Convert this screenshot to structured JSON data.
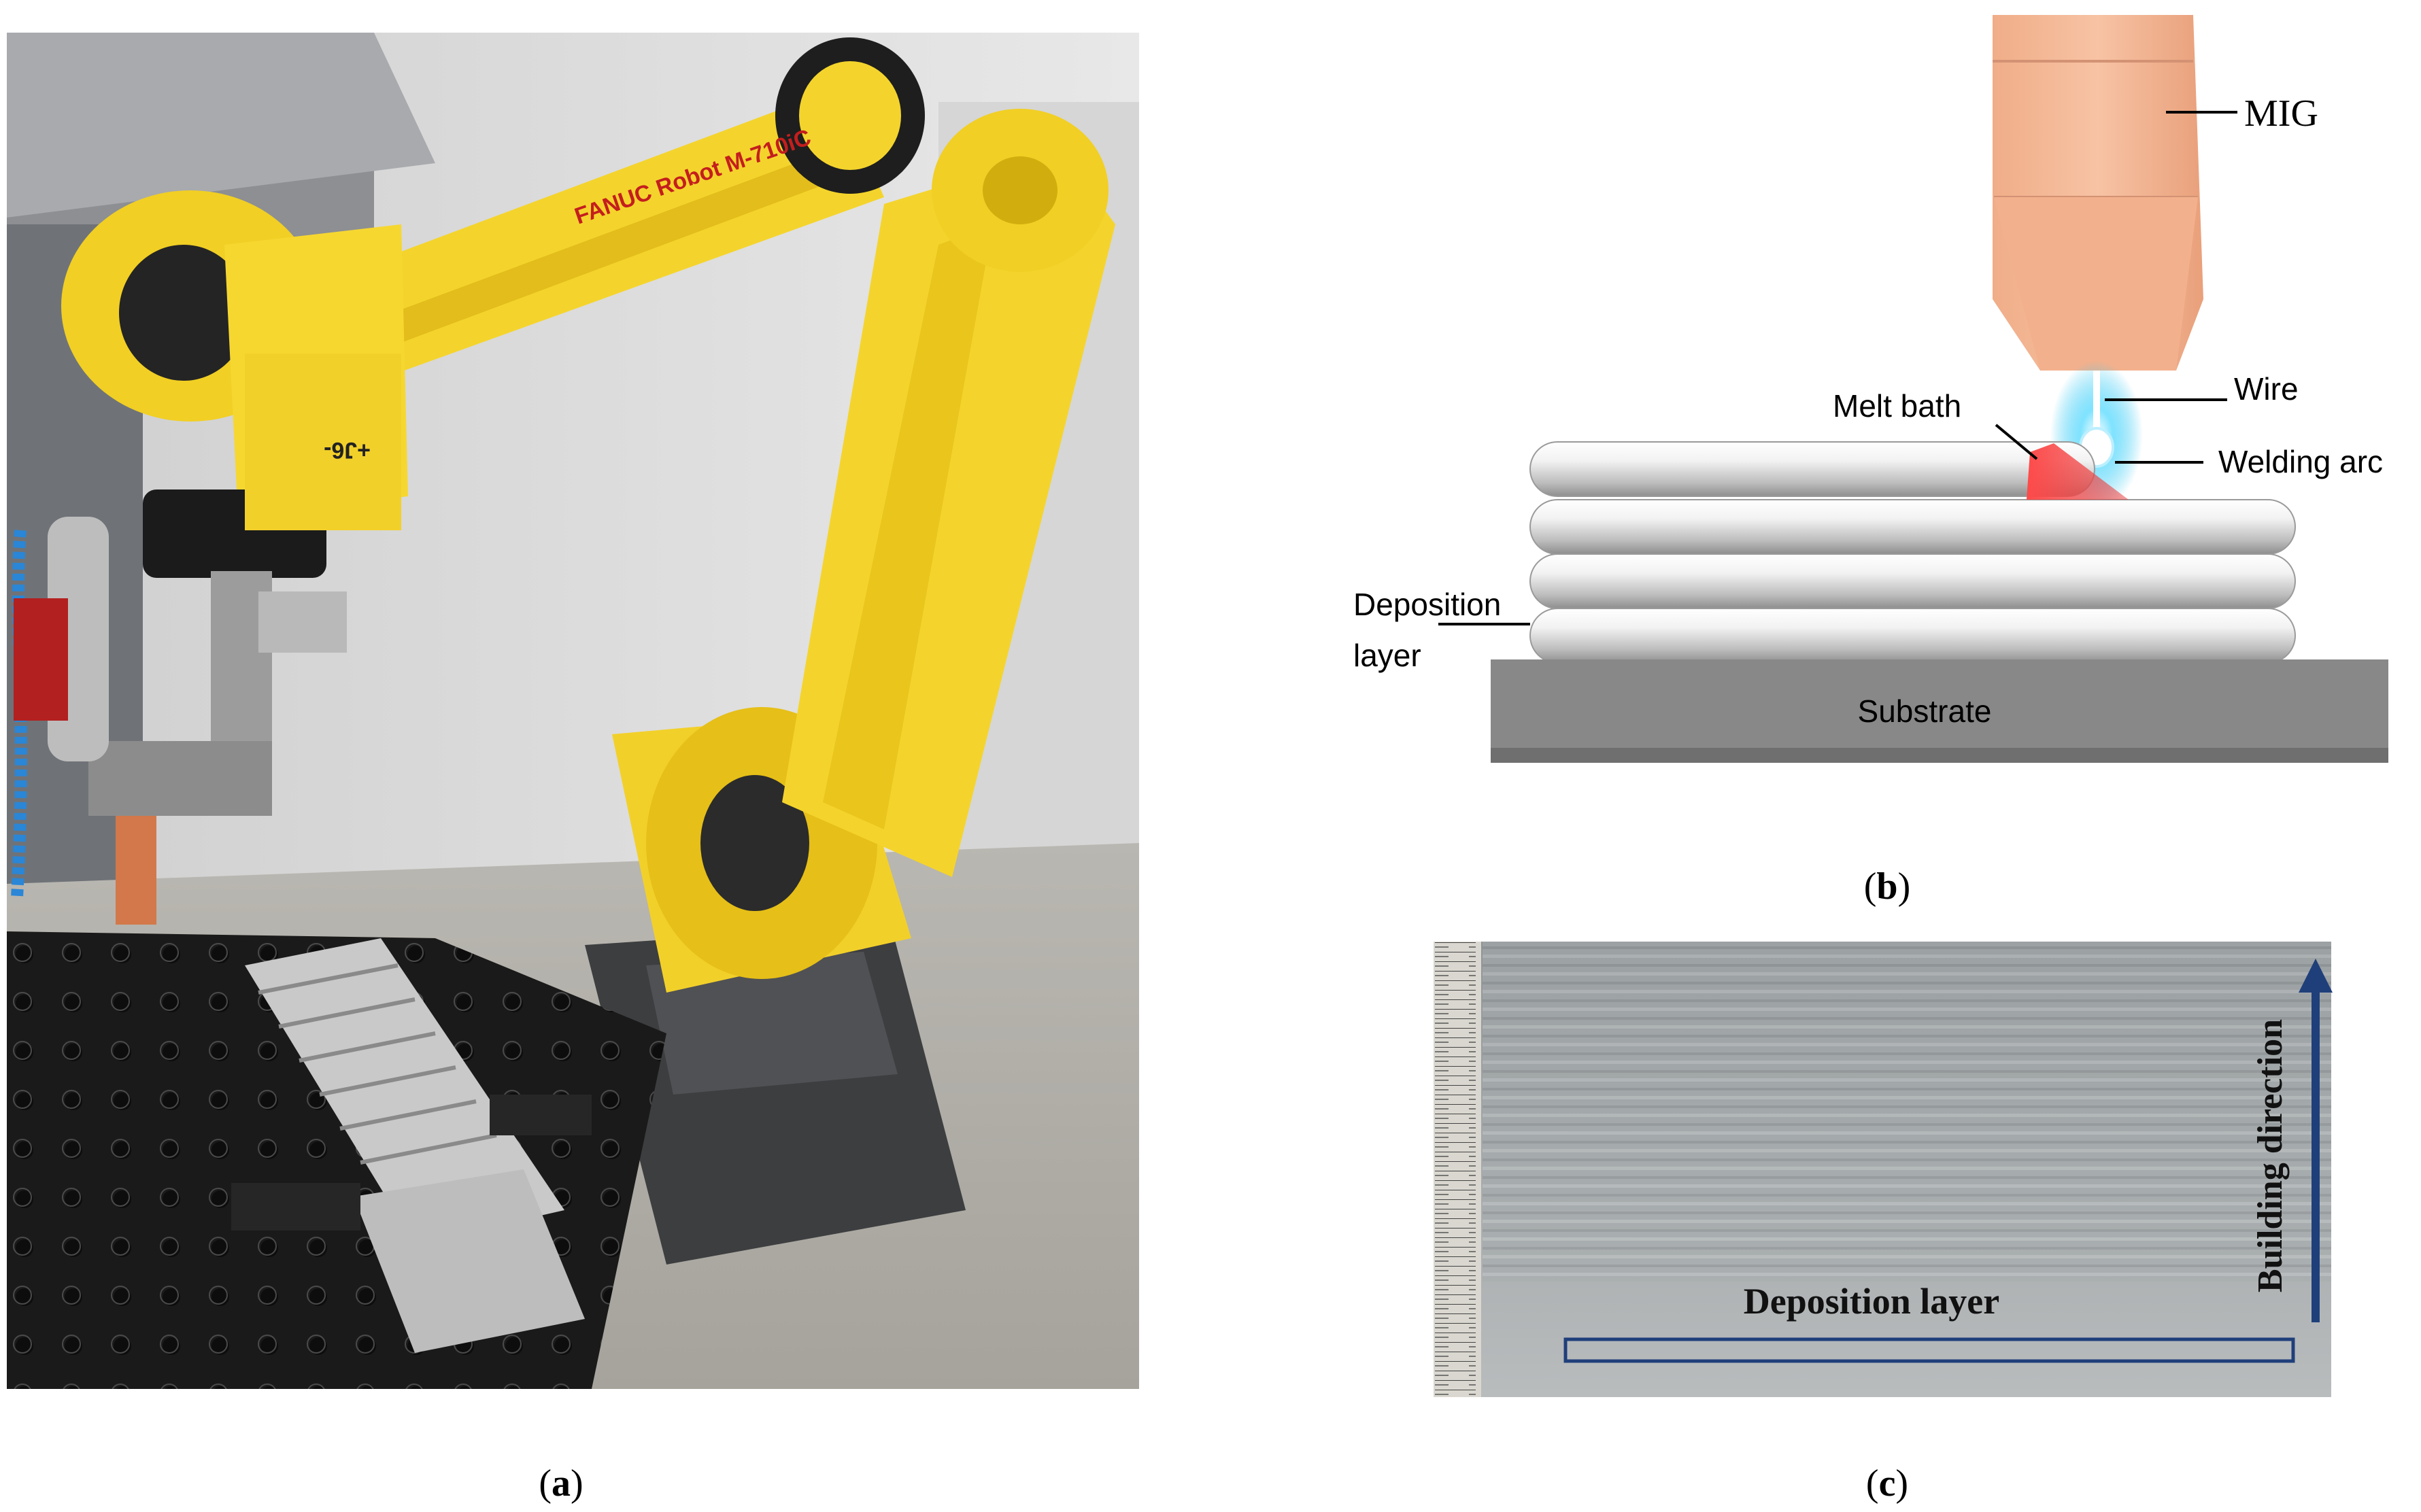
{
  "panel_a": {
    "caption_letter": "a",
    "robot_branding": "FANUC Robot M-710iC",
    "axis_marking": "+J6-"
  },
  "panel_b": {
    "caption_letter": "b",
    "labels": {
      "mig": "MIG",
      "wire": "Wire",
      "melt_bath": "Melt bath",
      "welding_arc": "Welding arc",
      "deposition_layer_line1": "Deposition",
      "deposition_layer_line2": "layer",
      "substrate": "Substrate"
    },
    "colors": {
      "torch": "#f4b896",
      "melt": "#e83a3a",
      "arc": "#38c8f0",
      "substrate": "#8a8a8a"
    }
  },
  "panel_c": {
    "caption_letter": "c",
    "labels": {
      "deposition_layer": "Deposition layer",
      "building_direction": "Building direction"
    },
    "colors": {
      "annotation": "#1f3f7a"
    }
  }
}
